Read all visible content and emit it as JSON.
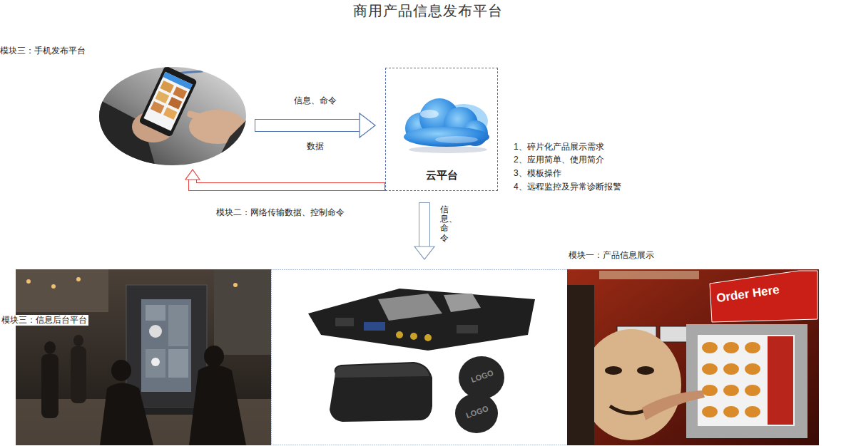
{
  "diagram": {
    "title": "商用产品信息发布平台",
    "nodes": [
      {
        "text": [
          "模块三：手机发布平台"
        ]
      },
      {
        "text": [
          "云平台"
        ]
      },
      {
        "text": [
          "模块一：产品信息展示",
          "模块三：信息后台平台"
        ]
      }
    ],
    "edges": [
      {
        "from": 0,
        "to": 1,
        "label": "信息、命令",
        "arrow": "to"
      },
      {
        "from": 1,
        "to": 0,
        "label": "模块二：网络传输数据、控制命令",
        "arrow": "to"
      },
      {
        "from": 1,
        "to": 2,
        "label": "信息、命令",
        "arrow": "to"
      }
    ],
    "labels": [
      "数据",
      "1、碎片化产品展示需求",
      "2、应用简单、使用简介",
      "3、模板操作",
      "4、远程监控及异常诊断报警",
      "LOGO",
      "LOGO",
      "Order Here"
    ]
  }
}
